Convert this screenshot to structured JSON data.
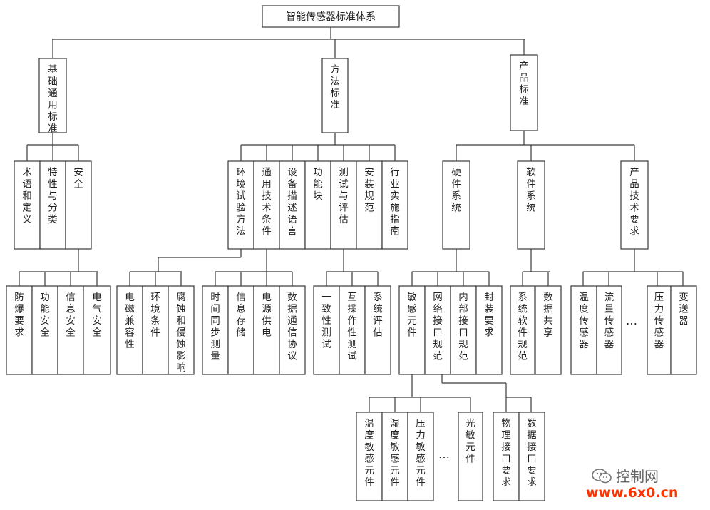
{
  "diagram": {
    "root": "智能传感器标准体系",
    "level1": [
      "基础通用标准",
      "方法标准",
      "产品标准"
    ],
    "level2": [
      "术语和定义",
      "特性与分类",
      "安全",
      "环境试验方法",
      "通用技术条件",
      "设备描述语言",
      "功能块",
      "测试与评估",
      "安装规范",
      "行业实施指南",
      "硬件系统",
      "软件系统",
      "产品技术要求"
    ],
    "level3": [
      "防爆要求",
      "功能安全",
      "信息安全",
      "电气安全",
      "电磁兼容性",
      "环境条件",
      "腐蚀和侵蚀影响",
      "时间同步测量",
      "信息存储",
      "电源供电",
      "数据通信协议",
      "一致性测试",
      "互操作性测试",
      "系统评估",
      "敏感元件",
      "网络接口规范",
      "内部接口规范",
      "封装要求",
      "系统软件规范",
      "数据共享",
      "温度传感器",
      "流量传感器",
      "压力传感器",
      "变送器"
    ],
    "level4": [
      "温度敏感元件",
      "湿度敏感元件",
      "压力敏感元件",
      "光敏元件",
      "物理接口要求",
      "数据接口要求"
    ],
    "ellipsis": "…"
  },
  "watermark": {
    "text": "控制网",
    "url": "www.6x0.cn",
    "url_color": "#ff3300"
  }
}
